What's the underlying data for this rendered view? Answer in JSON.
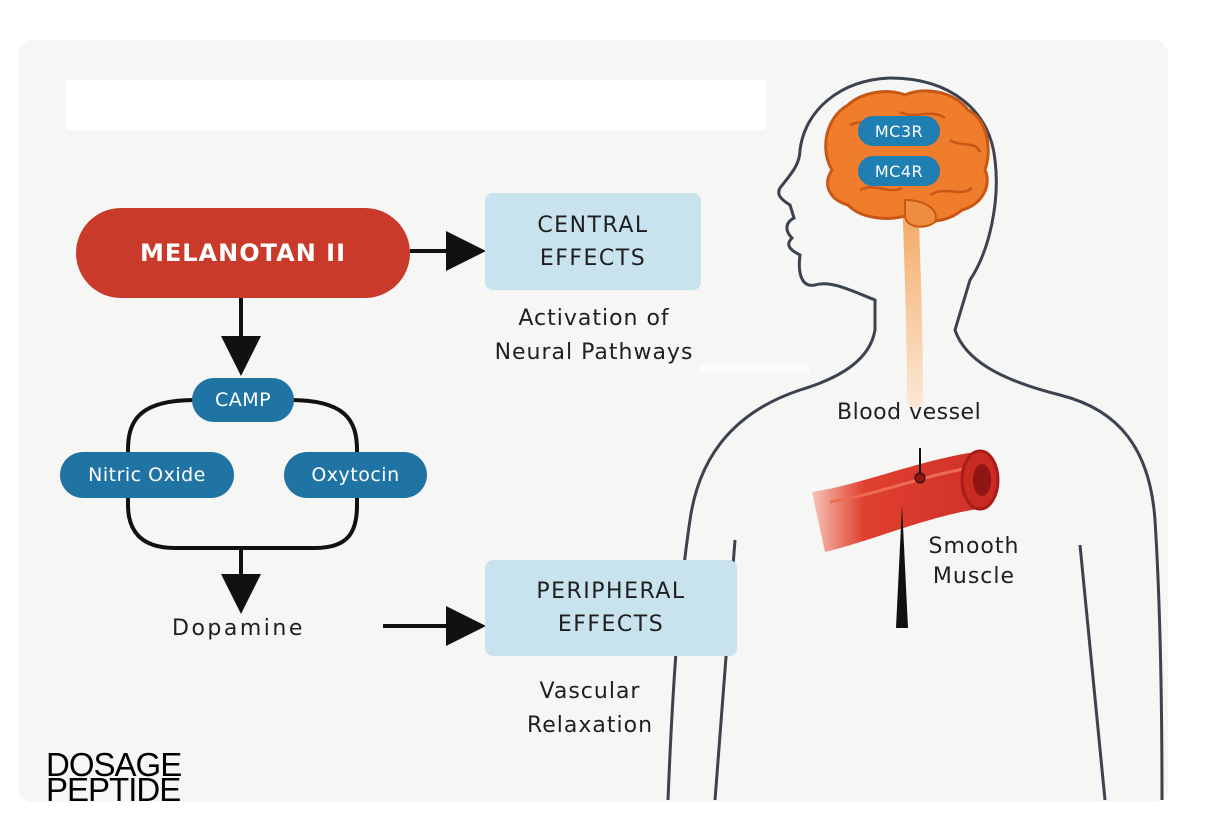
{
  "melanotan_label": "MELANOTAN II",
  "central": {
    "line1": "CENTRAL",
    "line2": "EFFECTS",
    "caption_line1": "Activation of",
    "caption_line2": "Neural Pathways"
  },
  "peripheral": {
    "line1": "PERIPHERAL",
    "line2": "EFFECTS",
    "caption_line1": "Vascular",
    "caption_line2": "Relaxation"
  },
  "pathway": {
    "camp": "CAMP",
    "nitric_oxide": "Nitric Oxide",
    "oxytocin": "Oxytocin",
    "dopamine": "Dopamine"
  },
  "brain_receptors": [
    "MC3R",
    "MC4R"
  ],
  "body_labels": {
    "blood_vessel": "Blood vessel",
    "smooth_muscle_line1": "Smooth",
    "smooth_muscle_line2": "Muscle"
  },
  "logo": {
    "line1": "DOSAGE",
    "line2": "PEPTIDE"
  },
  "colors": {
    "melanotan": "#c93a2a",
    "pill": "#1f74a4",
    "effect_box": "#c9e3ee",
    "brain": "#f07d2c",
    "vessel": "#d8322a"
  }
}
